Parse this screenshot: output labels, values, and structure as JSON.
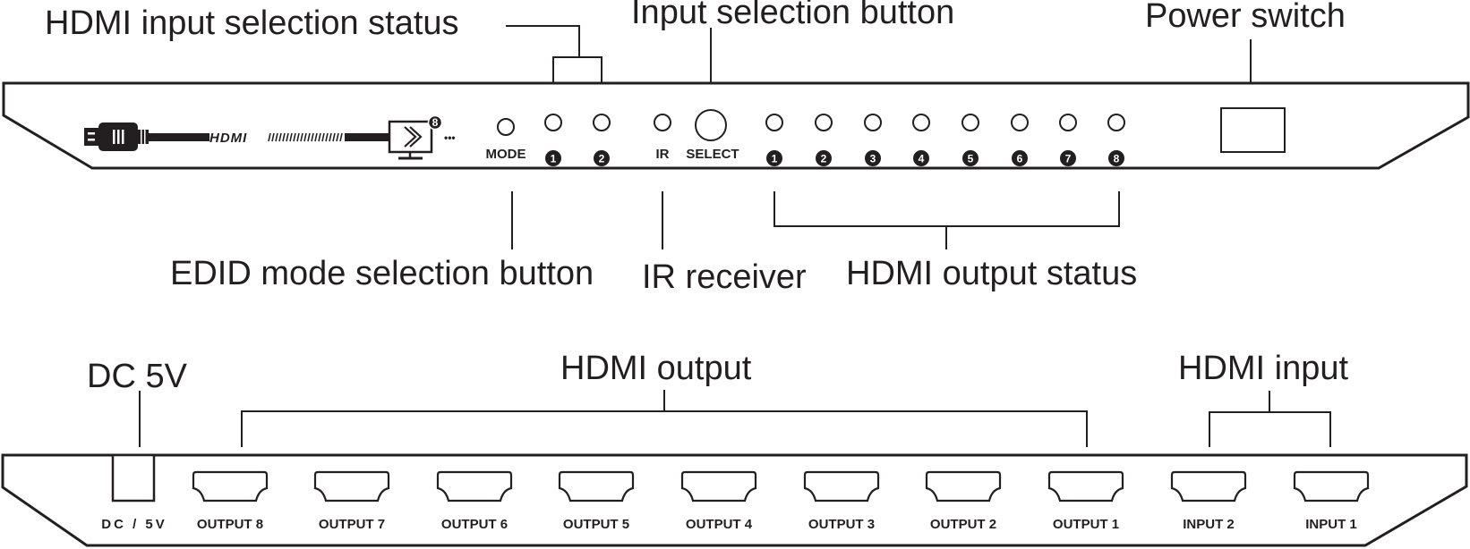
{
  "front_panel": {
    "callouts": {
      "hdmi_input_selection_status": "HDMI input selection status",
      "input_selection_button": "Input selection button",
      "power_switch": "Power switch",
      "edid_mode_selection_button": "EDID mode selection button",
      "ir_receiver": "IR receiver",
      "hdmi_output_status": "HDMI output status"
    },
    "logo": {
      "text": "HDMI",
      "badge_number": "8",
      "ellipsis": "•••"
    },
    "labels": {
      "mode": "MODE",
      "ir": "IR",
      "select": "SELECT"
    },
    "input_leds": [
      "1",
      "2"
    ],
    "output_leds": [
      "1",
      "2",
      "3",
      "4",
      "5",
      "6",
      "7",
      "8"
    ]
  },
  "rear_panel": {
    "callouts": {
      "dc_5v": "DC 5V",
      "hdmi_output": "HDMI output",
      "hdmi_input": "HDMI input"
    },
    "power_label": "DC / 5V",
    "ports": [
      {
        "label": "OUTPUT 8",
        "type": "output"
      },
      {
        "label": "OUTPUT 7",
        "type": "output"
      },
      {
        "label": "OUTPUT 6",
        "type": "output"
      },
      {
        "label": "OUTPUT 5",
        "type": "output"
      },
      {
        "label": "OUTPUT 4",
        "type": "output"
      },
      {
        "label": "OUTPUT 3",
        "type": "output"
      },
      {
        "label": "OUTPUT 2",
        "type": "output"
      },
      {
        "label": "OUTPUT 1",
        "type": "output"
      },
      {
        "label": "INPUT 2",
        "type": "input"
      },
      {
        "label": "INPUT 1",
        "type": "input"
      }
    ]
  }
}
